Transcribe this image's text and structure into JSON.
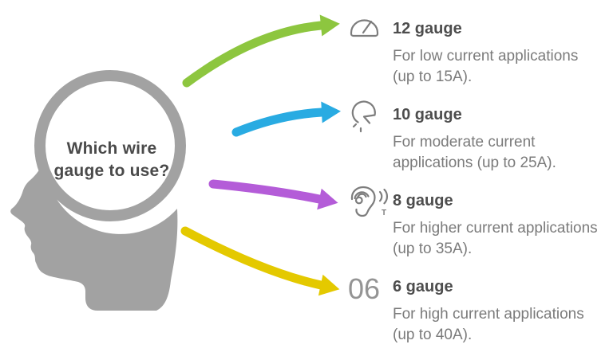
{
  "head": {
    "question": "Which wire gauge to use?"
  },
  "colors": {
    "head_silhouette": "#A2A2A2",
    "icon_stroke": "#7D7D7D",
    "title_text": "#4D4D4D",
    "description_text": "#7B7B7B",
    "green": "#8DC63F",
    "blue": "#29ABE2",
    "purple": "#B45CD8",
    "yellow": "#E4C900"
  },
  "items": [
    {
      "icon": "gauge-meter-icon",
      "title": "12 gauge",
      "description": "For low current applications (up to 15A).",
      "arrow_color": "#8DC63F"
    },
    {
      "icon": "dial-gauge-icon",
      "title": "10 gauge",
      "description": "For moderate current applications (up to 25A).",
      "arrow_color": "#29ABE2"
    },
    {
      "icon": "hearing-aid-icon",
      "t_label": "T",
      "title": "8 gauge",
      "description": "For higher current applications (up to 35A).",
      "arrow_color": "#B45CD8"
    },
    {
      "icon": "number-06-label",
      "number_label": "06",
      "title": "6 gauge",
      "description": "For high current applications (up to 40A).",
      "arrow_color": "#E4C900"
    }
  ]
}
